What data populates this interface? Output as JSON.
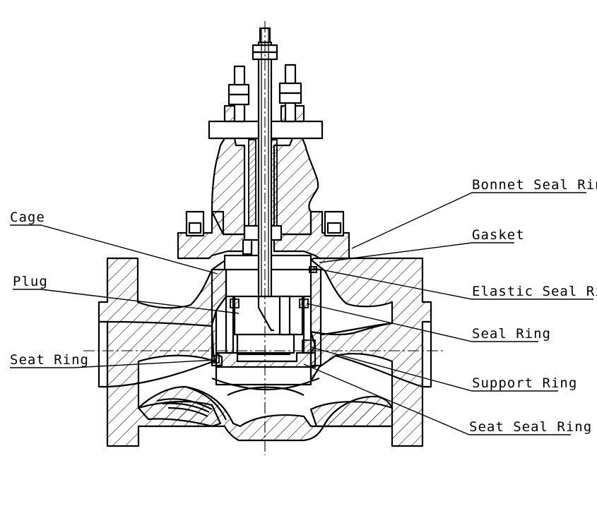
{
  "labels": {
    "bonnet_seal_ring": "Bonnet Seal Ring",
    "cage": "Cage",
    "gasket": "Gasket",
    "plug": "Plug",
    "elastic_seal_ring": "Elastic Seal Ring",
    "seal_ring": "Seal Ring",
    "seat_ring": "Seat Ring",
    "support_ring": "Support Ring",
    "seat_seal_ring": "Seat Seal Ring"
  },
  "colors": {
    "ink": "#000000",
    "background": "#ffffff"
  }
}
